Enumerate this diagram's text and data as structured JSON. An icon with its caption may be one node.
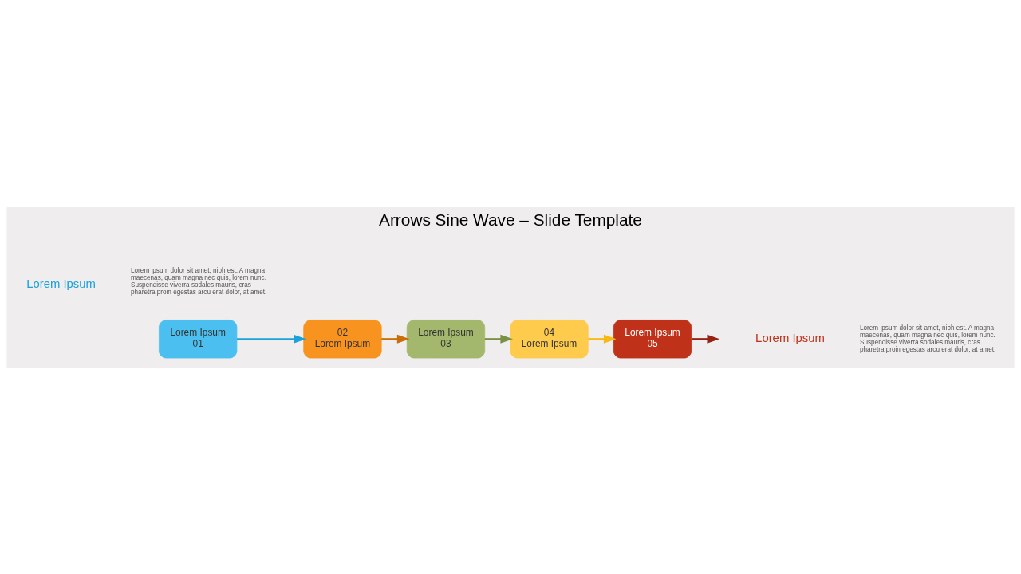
{
  "diagram": {
    "title": "Arrows Sine Wave – Slide Template",
    "nodes": [
      {
        "text": [
          "Lorem Ipsum",
          "01"
        ]
      },
      {
        "text": [
          "02",
          "Lorem Ipsum"
        ]
      },
      {
        "text": [
          "Lorem Ipsum",
          "03"
        ]
      },
      {
        "text": [
          "04",
          "Lorem Ipsum"
        ]
      },
      {
        "text": [
          "Lorem Ipsum",
          "05"
        ]
      }
    ],
    "edges": [
      {
        "from": 0,
        "to": 1,
        "arrow": "to",
        "color": "#1ba1db"
      },
      {
        "from": 1,
        "to": 2,
        "arrow": "to",
        "color": "#c96f0a"
      },
      {
        "from": 2,
        "to": 3,
        "arrow": "to",
        "color": "#7a9145"
      },
      {
        "from": 3,
        "to": 4,
        "arrow": "to",
        "color": "#f8b912"
      },
      {
        "from": 4,
        "to": null,
        "arrow": "to",
        "color": "#962214"
      }
    ],
    "labels": [
      "Lorem Ipsum",
      "Lorem ipsum dolor sit amet, nibh est. A magna maecenas, quam magna nec quis, lorem nunc. Suspendisse viverra sodales mauris, cras pharetra proin egestas arcu erat dolor, at amet.",
      "Lorem Ipsum",
      "Lorem ipsum dolor sit amet, nibh est. A magna maecenas, quam magna nec quis, lorem nunc. Suspendisse viverra sodales mauris, cras pharetra proin egestas arcu erat dolor, at amet."
    ]
  }
}
